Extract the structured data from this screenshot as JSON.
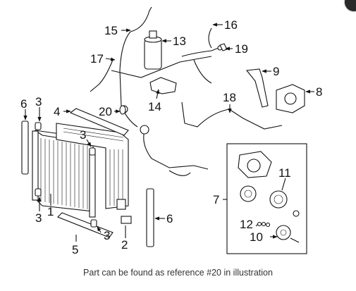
{
  "diagram": {
    "callouts": {
      "c1": "1",
      "c2": "2",
      "c3a": "3",
      "c3b": "3",
      "c3c": "3",
      "c3d": "3",
      "c4": "4",
      "c5": "5",
      "c6a": "6",
      "c6b": "6",
      "c7": "7",
      "c8": "8",
      "c9": "9",
      "c10": "10",
      "c11": "11",
      "c12": "12",
      "c13": "13",
      "c14": "14",
      "c15": "15",
      "c16": "16",
      "c17": "17",
      "c18": "18",
      "c19": "19",
      "c20": "20"
    }
  },
  "caption": "Part can be found as reference #20 in illustration"
}
